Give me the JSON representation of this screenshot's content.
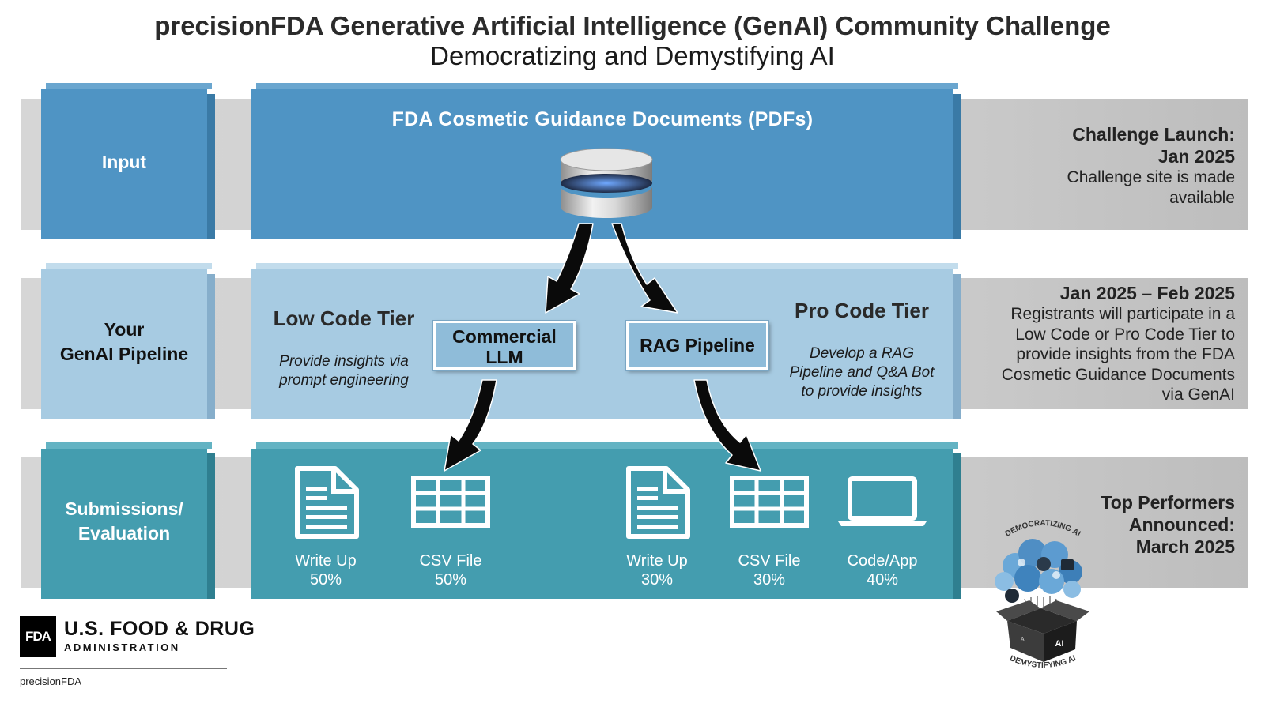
{
  "header": {
    "title": "precisionFDA Generative Artificial Intelligence (GenAI) Community Challenge",
    "subtitle": "Democratizing and Demystifying AI"
  },
  "colors": {
    "input_blue": "#4f94c4",
    "pipeline_light_blue": "#a7cbe2",
    "submission_teal": "#449daf",
    "band_gray": "#cdcdcd"
  },
  "rows": {
    "input": {
      "label": "Input",
      "content_title": "FDA Cosmetic Guidance Documents (PDFs)",
      "icon": "database-icon",
      "timeline_head_1": "Challenge Launch:",
      "timeline_head_2": "Jan 2025",
      "timeline_body_1": "Challenge site is made",
      "timeline_body_2": "available"
    },
    "pipeline": {
      "label_line1": "Your",
      "label_line2": "GenAI Pipeline",
      "low_code": {
        "title": "Low Code Tier",
        "desc_line1": "Provide insights via",
        "desc_line2": "prompt engineering",
        "box_line1": "Commercial",
        "box_line2": "LLM"
      },
      "pro_code": {
        "title": "Pro Code Tier",
        "desc_line1": "Develop a RAG",
        "desc_line2": "Pipeline and Q&A Bot",
        "desc_line3": "to provide insights",
        "box_label": "RAG Pipeline"
      },
      "timeline_head": "Jan 2025 – Feb 2025",
      "timeline_body_1": "Registrants will participate in a",
      "timeline_body_2": "Low Code or Pro Code Tier to",
      "timeline_body_3": "provide insights from the FDA",
      "timeline_body_4": "Cosmetic Guidance Documents",
      "timeline_body_5": "via GenAI"
    },
    "submissions": {
      "label_line1": "Submissions/",
      "label_line2": "Evaluation",
      "items": [
        {
          "icon": "document-icon",
          "name": "Write Up",
          "weight": "50%"
        },
        {
          "icon": "table-icon",
          "name": "CSV File",
          "weight": "50%"
        },
        {
          "icon": "document-icon",
          "name": "Write Up",
          "weight": "30%"
        },
        {
          "icon": "table-icon",
          "name": "CSV File",
          "weight": "30%"
        },
        {
          "icon": "laptop-icon",
          "name": "Code/App",
          "weight": "40%"
        }
      ],
      "timeline_line1": "Top Performers",
      "timeline_line2": "Announced:",
      "timeline_line3": "March 2025"
    }
  },
  "badge": {
    "top_text": "DEMOCRATIZING AI",
    "bottom_text": "DEMYSTIFYING AI",
    "box_text": "AI",
    "box_text_small": "Ai"
  },
  "footer": {
    "fda_logo": "FDA",
    "fda_name": "U.S. FOOD & DRUG",
    "fda_admin": "ADMINISTRATION",
    "product": "precisionFDA"
  }
}
